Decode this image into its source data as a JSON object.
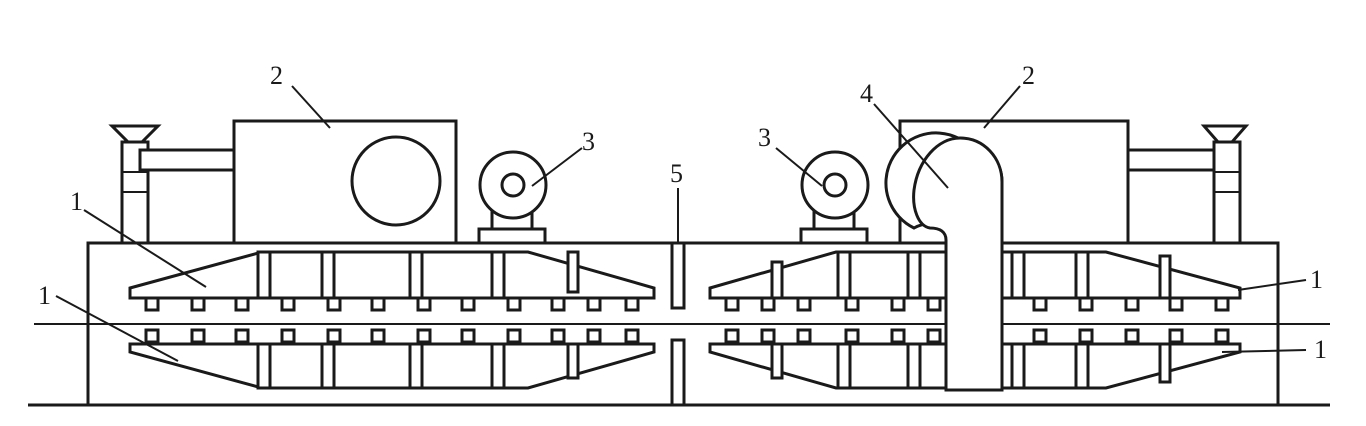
{
  "diagram": {
    "labels": {
      "l1_top_left": "1",
      "l1_bottom_left": "1",
      "l1_top_right": "1",
      "l1_bottom_right": "1",
      "l2_left": "2",
      "l2_right": "2",
      "l3_left": "3",
      "l3_right": "3",
      "l4": "4",
      "l5": "5"
    },
    "colors": {
      "stroke": "#1a1a1a",
      "background": "#ffffff"
    }
  }
}
